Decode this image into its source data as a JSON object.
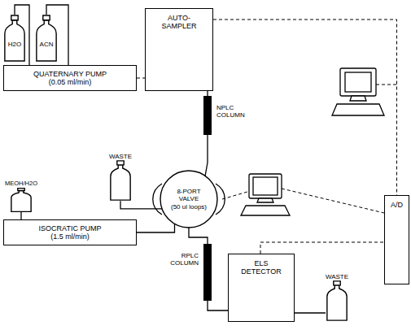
{
  "diagram": {
    "nodes": [
      {
        "text": [
          "H2O"
        ]
      },
      {
        "text": [
          "ACN"
        ]
      },
      {
        "text": [
          "AUTO- SAMPLER"
        ]
      },
      {
        "text": [
          "QUATERNARY PUMP",
          "(0.05 ml/min)"
        ]
      },
      {
        "text": [
          "NPLC COLUMN"
        ]
      },
      {
        "text": [
          "WASTE"
        ]
      },
      {
        "text": [
          "MEOH/H2O"
        ]
      },
      {
        "text": [
          "8-PORT VALVE",
          "(50 ul loops)"
        ]
      },
      {
        "text": [
          "ISOCRATIC PUMP",
          "(1.5 ml/min)"
        ]
      },
      {
        "text": [
          "A/D"
        ]
      },
      {
        "text": [
          "RPLC COLUMN"
        ]
      },
      {
        "text": [
          "ELS DETECTOR"
        ]
      },
      {
        "text": [
          "WASTE"
        ]
      }
    ],
    "edges": [
      {
        "from": 0,
        "to": 3,
        "arrow": "none"
      },
      {
        "from": 1,
        "to": 3,
        "arrow": "none"
      },
      {
        "from": 3,
        "to": 2,
        "arrow": "none"
      },
      {
        "from": 2,
        "to": 4,
        "arrow": "none"
      },
      {
        "from": 4,
        "to": 7,
        "arrow": "none"
      },
      {
        "from": 6,
        "to": 8,
        "arrow": "none"
      },
      {
        "from": 8,
        "to": 7,
        "arrow": "none"
      },
      {
        "from": 7,
        "to": 5,
        "arrow": "none"
      },
      {
        "from": 7,
        "to": 10,
        "arrow": "none"
      },
      {
        "from": 10,
        "to": 11,
        "arrow": "none"
      },
      {
        "from": 11,
        "to": 12,
        "arrow": "none"
      },
      {
        "from": 2,
        "to": 9,
        "arrow": "none"
      },
      {
        "from": 11,
        "to": 9,
        "arrow": "none"
      }
    ]
  }
}
